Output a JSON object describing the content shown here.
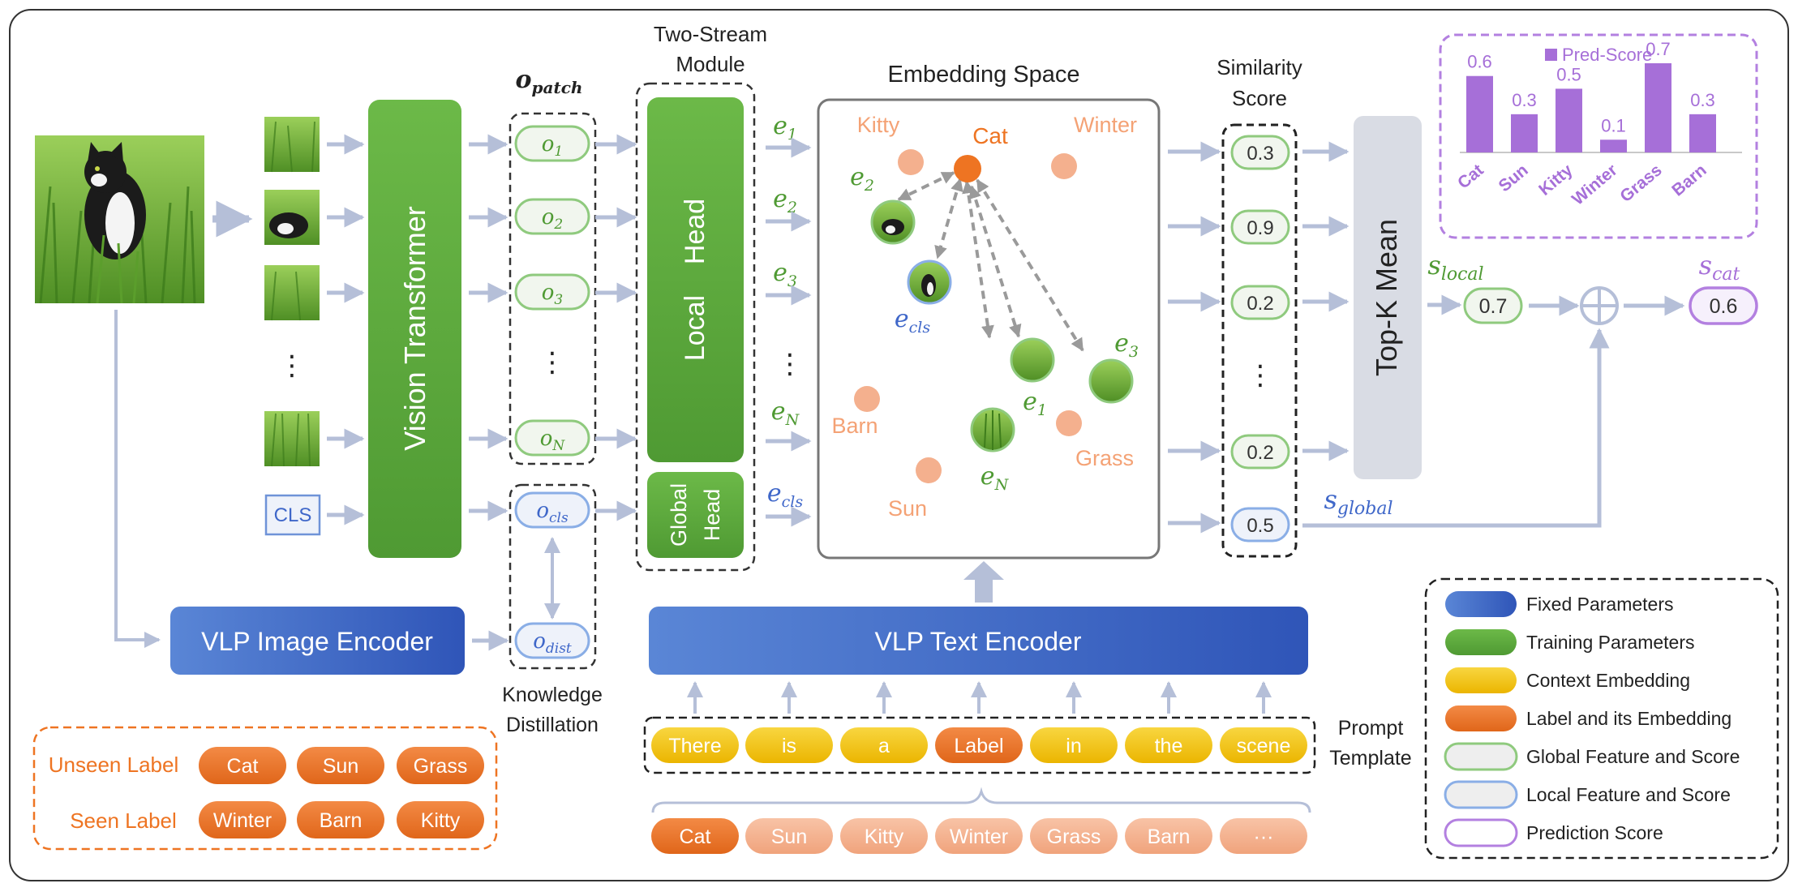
{
  "module_title_1": "Two-Stream",
  "module_title_2": "Module",
  "opatch_label": {
    "base": "o",
    "sub": "patch"
  },
  "vision_transformer": "Vision Transformer",
  "local_head": "Local    Head",
  "global_head_1": "Global",
  "global_head_2": "Head",
  "cls_token": "CLS",
  "ellipsis": "⋮",
  "vlp_image_encoder": "VLP Image Encoder",
  "vlp_text_encoder": "VLP Text Encoder",
  "knowledge_distillation_1": "Knowledge",
  "knowledge_distillation_2": "Distillation",
  "o_tokens": [
    {
      "base": "o",
      "sub": "1"
    },
    {
      "base": "o",
      "sub": "2"
    },
    {
      "base": "o",
      "sub": "3"
    },
    {
      "base": "o",
      "sub": "N"
    },
    {
      "base": "o",
      "sub": "cls"
    },
    {
      "base": "o",
      "sub": "dist"
    }
  ],
  "e_labels": [
    {
      "base": "e",
      "sub": "1"
    },
    {
      "base": "e",
      "sub": "2"
    },
    {
      "base": "e",
      "sub": "3"
    },
    {
      "base": "e",
      "sub": "N"
    },
    {
      "base": "e",
      "sub": "cls"
    }
  ],
  "embedding_space": {
    "title": "Embedding Space",
    "labels": [
      "Kitty",
      "Cat",
      "Winter",
      "Barn",
      "Grass",
      "Sun"
    ],
    "image_labels": [
      {
        "base": "e",
        "sub": "2"
      },
      {
        "base": "e",
        "sub": "cls"
      },
      {
        "base": "e",
        "sub": "3"
      },
      {
        "base": "e",
        "sub": "1"
      },
      {
        "base": "e",
        "sub": "N"
      }
    ]
  },
  "similarity": {
    "title_1": "Similarity",
    "title_2": "Score",
    "values": [
      "0.3",
      "0.9",
      "0.2",
      "0.2",
      "0.5"
    ]
  },
  "topk_mean": "Top-K Mean",
  "s_local": {
    "base": "s",
    "sub": "local",
    "value": "0.7"
  },
  "s_cat": {
    "base": "s",
    "sub": "cat",
    "value": "0.6"
  },
  "s_global": {
    "base": "s",
    "sub": "global"
  },
  "chart_data": {
    "type": "bar",
    "legend": "Pred-Score",
    "categories": [
      "Cat",
      "Sun",
      "Kitty",
      "Winter",
      "Grass",
      "Barn"
    ],
    "values": [
      0.6,
      0.3,
      0.5,
      0.1,
      0.7,
      0.3
    ],
    "value_labels": [
      "0.6",
      "0.3",
      "0.5",
      "0.1",
      "0.7",
      "0.3"
    ],
    "color": "#a66fd8"
  },
  "prompt": {
    "label_1": "Prompt",
    "label_2": "Template",
    "tokens": [
      "There",
      "is",
      "a",
      "Label",
      "in",
      "the",
      "scene"
    ],
    "categories": [
      "Cat",
      "Sun",
      "Kitty",
      "Winter",
      "Grass",
      "Barn",
      "···"
    ]
  },
  "unseen_label": {
    "title": "Unseen Label",
    "items": [
      "Cat",
      "Sun",
      "Grass"
    ]
  },
  "seen_label": {
    "title": "Seen Label",
    "items": [
      "Winter",
      "Barn",
      "Kitty"
    ]
  },
  "legend": [
    {
      "label": "Fixed Parameters",
      "color": "#3f67c9"
    },
    {
      "label": "Training Parameters",
      "color": "#5aa53a"
    },
    {
      "label": "Context Embedding",
      "color": "#f2c20a"
    },
    {
      "label": "Label and its Embedding",
      "color": "#ee7422"
    },
    {
      "label": "Global Feature and Score",
      "color": "#8fca7e"
    },
    {
      "label": "Local Feature and Score",
      "color": "#8aaee6"
    },
    {
      "label": "Prediction Score",
      "color": "#b380e0"
    }
  ],
  "colors": {
    "green_head": "#5aa53a",
    "blue_encoder": "#3f67c9",
    "orange_label": "#ee7422",
    "peach_label": "#f4b08e",
    "yellow_context": "#f2c20a",
    "arrow": "#b5bfd8"
  }
}
